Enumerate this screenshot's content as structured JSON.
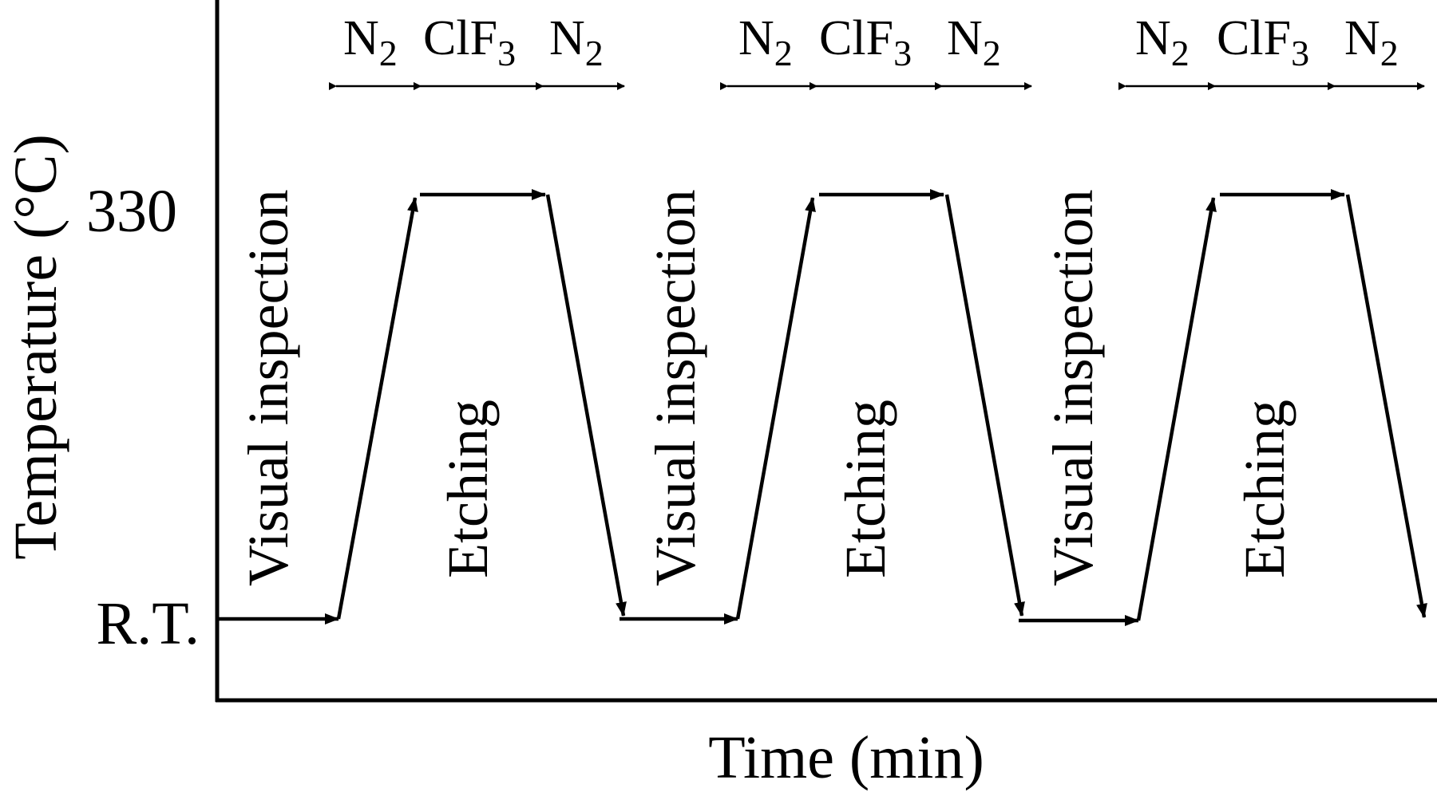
{
  "chart_data": {
    "type": "line",
    "title": "",
    "xlabel": "Time (min)",
    "ylabel": "Temperature (°C)",
    "ytick_labels": [
      "R.T.",
      "330"
    ],
    "grid": false,
    "legend": null,
    "description": "Schematic of three repeated etching cycles: visual inspection at room temperature, ramp up under N2, hold at 330 °C under ClF3 (etching), ramp down under N2.",
    "cycles": 3,
    "gas_sequence_per_cycle": [
      "N2",
      "ClF3",
      "N2"
    ],
    "phases": [
      {
        "name": "Visual inspection",
        "temperature": "R.T.",
        "segment": "hold"
      },
      {
        "name": "N2",
        "temperature": "R.T. → 330",
        "segment": "ramp-up"
      },
      {
        "name": "Etching (ClF3)",
        "temperature": "330",
        "segment": "hold"
      },
      {
        "name": "N2",
        "temperature": "330 → R.T.",
        "segment": "ramp-down"
      }
    ]
  },
  "labels": {
    "y_axis": "Temperature (°C)",
    "x_axis": "Time (min)",
    "y_high": "330",
    "y_low": "R.T.",
    "visual_inspection": "Visual inspection",
    "etching": "Etching",
    "n2": "N",
    "n2_sub": "2",
    "clf3": "ClF",
    "clf3_sub": "3"
  }
}
